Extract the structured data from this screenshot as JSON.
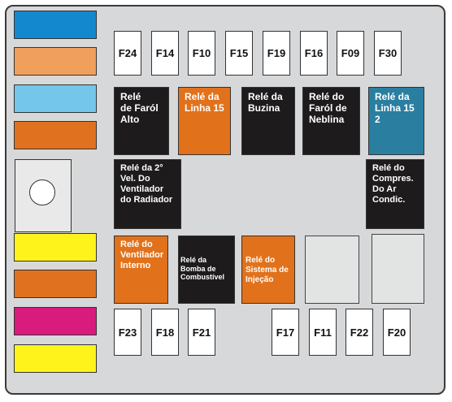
{
  "fuses": {
    "f24": "F24",
    "f14": "F14",
    "f10": "F10",
    "f15": "F15",
    "f19": "F19",
    "f16": "F16",
    "f09": "F09",
    "f30": "F30",
    "f23": "F23",
    "f18": "F18",
    "f21": "F21",
    "f17": "F17",
    "f11": "F11",
    "f22": "F22",
    "f20": "F20"
  },
  "relays": {
    "farol_alto": [
      "Relé",
      "de Faról",
      "Alto"
    ],
    "linha_15": [
      "Relé da",
      "Linha 15"
    ],
    "buzina": [
      "Relé da",
      "Buzina"
    ],
    "farol_neblina": [
      "Relé do",
      "Faról de",
      "Neblina"
    ],
    "linha_15_2": [
      "Relé da",
      "Linha 15",
      "2"
    ],
    "ventilador_radiador": [
      "Relé da 2°",
      "Vel. Do",
      "Ventilador",
      "do Radiador"
    ],
    "compressor": [
      "Relé do",
      "Compres.",
      "Do Ar",
      "Condic."
    ],
    "ventilador_interno": [
      "Relé do",
      "Ventilador",
      "Interno"
    ],
    "bomba_combustivel": [
      "Relé da",
      "Bomba de",
      "Combustível"
    ],
    "sistema_injecao": [
      "Relé do",
      "Sistema de",
      "Injeção"
    ]
  },
  "colors": {
    "housing": "#d7d8da",
    "relay_dark": "#1e1b1c",
    "relay_orange": "#e1721b",
    "relay_teal": "#2a7fa1",
    "blue": "#1488cf",
    "light_orange": "#f0a05c",
    "light_blue": "#74c6ea",
    "orange": "#e0721f",
    "yellow": "#fef41c",
    "magenta": "#d81b7c"
  }
}
